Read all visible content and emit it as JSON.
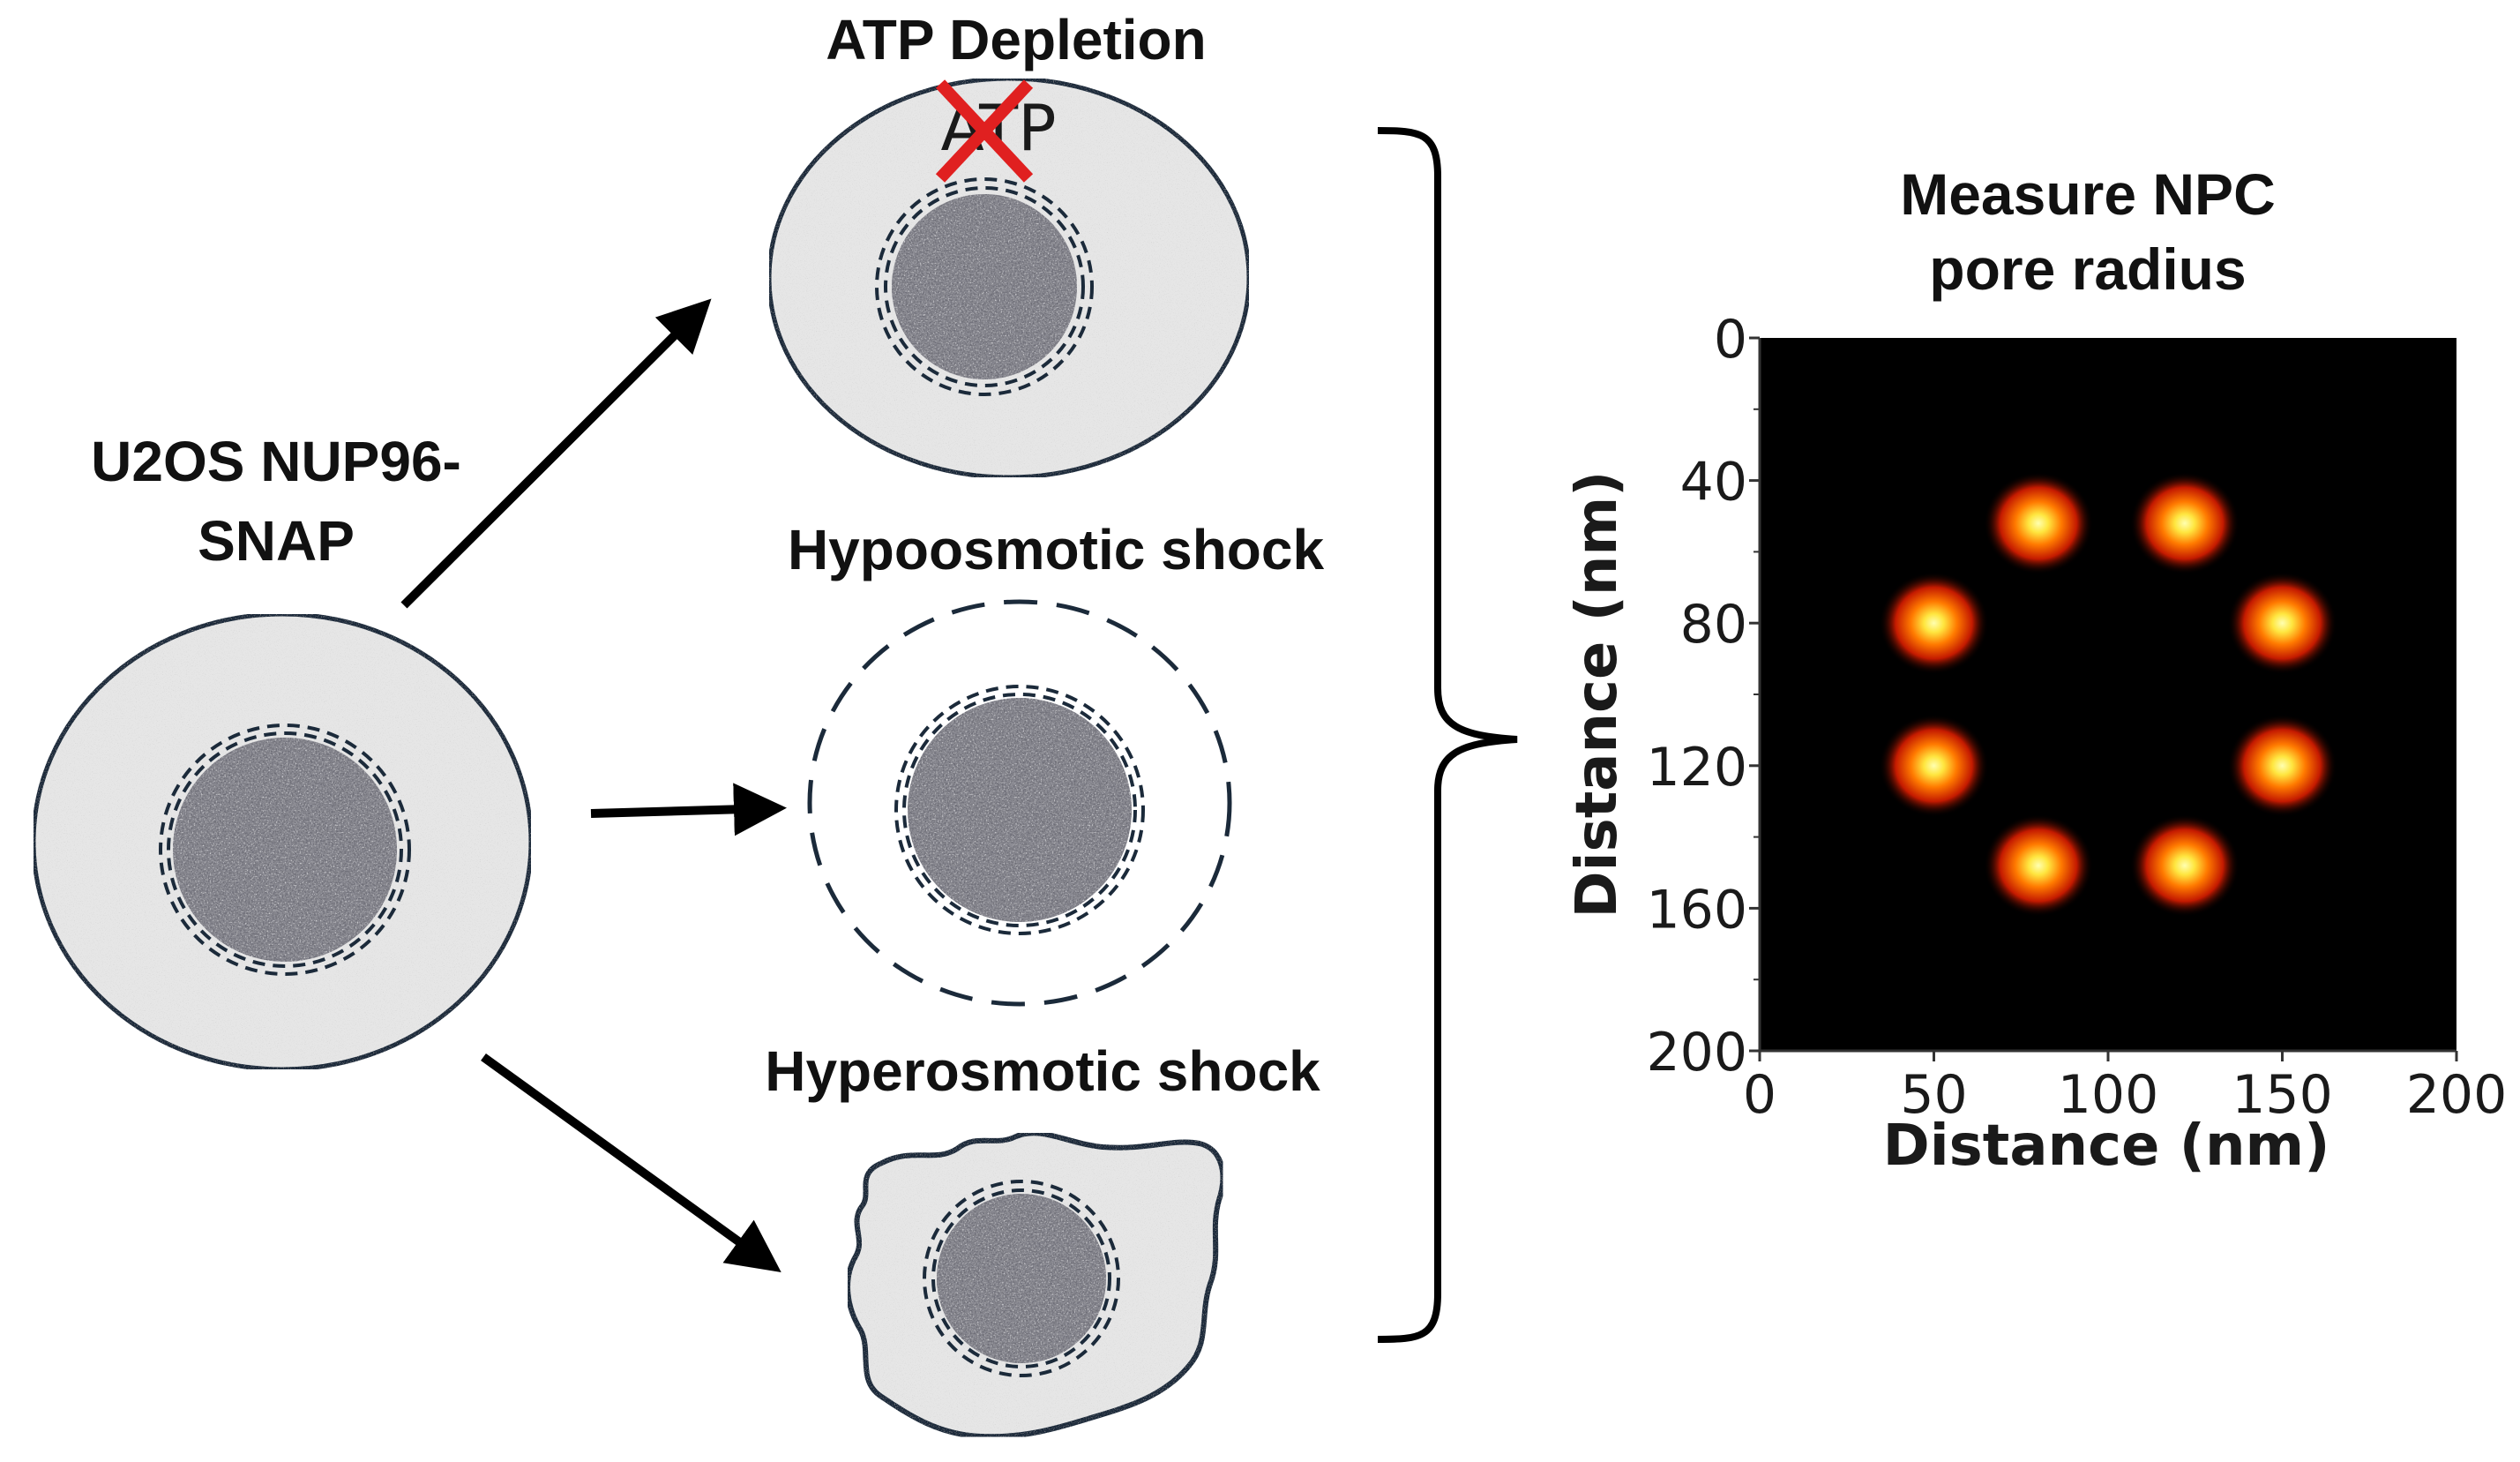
{
  "labels": {
    "cell_line": [
      "U2OS NUP96-",
      "SNAP"
    ],
    "atp_depletion": "ATP Depletion",
    "atp_marker": "ATP",
    "hypoosmotic": "Hypoosmotic shock",
    "hyperosmotic": "Hyperosmotic shock",
    "measure": [
      "Measure NPC",
      "pore radius"
    ]
  },
  "chart_data": {
    "type": "heatmap",
    "xlabel": "Distance (nm)",
    "ylabel": "Distance (nm)",
    "xlim": [
      0,
      200
    ],
    "ylim": [
      0,
      200
    ],
    "x_ticks": [
      0,
      50,
      100,
      150,
      200
    ],
    "y_ticks": [
      0,
      40,
      80,
      120,
      160,
      200
    ],
    "y_axis_inverted": true,
    "colormap": "hot",
    "background": "#000000",
    "grid": false,
    "ring_center": [
      100,
      100
    ],
    "subunit_spots": [
      {
        "x": 80,
        "y": 52
      },
      {
        "x": 122,
        "y": 52
      },
      {
        "x": 150,
        "y": 80
      },
      {
        "x": 150,
        "y": 120
      },
      {
        "x": 122,
        "y": 148
      },
      {
        "x": 80,
        "y": 148
      },
      {
        "x": 50,
        "y": 120
      },
      {
        "x": 50,
        "y": 80
      }
    ]
  },
  "colors": {
    "outline": "#1b2a3a",
    "cytoplasm": "#e6e6e6",
    "nucleus": "#8a8a92",
    "cross": "#e02020",
    "arrow": "#000000"
  }
}
